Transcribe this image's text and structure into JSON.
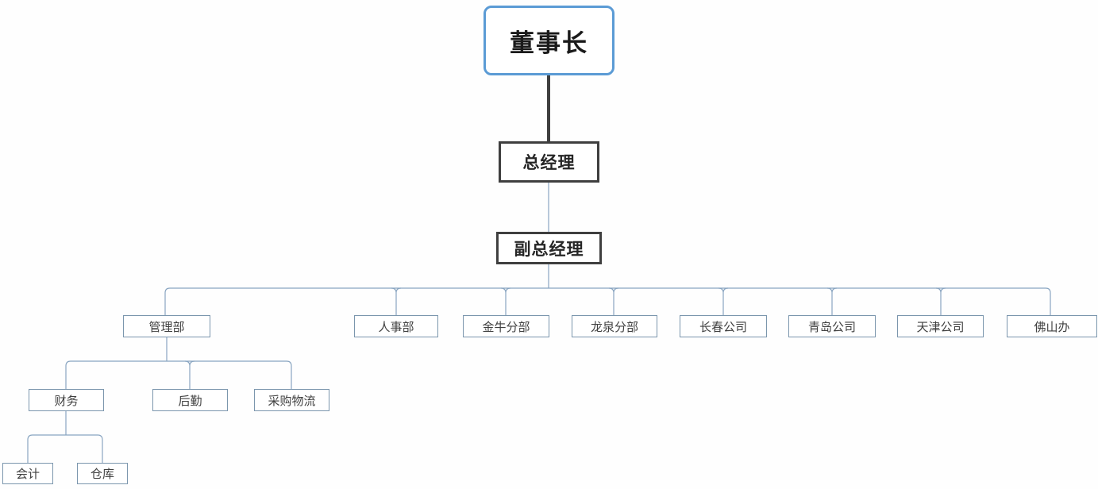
{
  "diagram_type": "org-chart",
  "nodes": {
    "chairman": {
      "label": "董事长"
    },
    "general_manager": {
      "label": "总经理"
    },
    "deputy_general_manager": {
      "label": "副总经理"
    },
    "management_dept": {
      "label": "管理部"
    },
    "hr_dept": {
      "label": "人事部"
    },
    "jinniu_branch": {
      "label": "金牛分部"
    },
    "longquan_branch": {
      "label": "龙泉分部"
    },
    "changchun_company": {
      "label": "长春公司"
    },
    "qingdao_company": {
      "label": "青岛公司"
    },
    "tianjin_company": {
      "label": "天津公司"
    },
    "foshan_office": {
      "label": "佛山办"
    },
    "finance": {
      "label": "财务"
    },
    "logistics": {
      "label": "后勤"
    },
    "procurement_logistics": {
      "label": "采购物流"
    },
    "accounting": {
      "label": "会计"
    },
    "warehouse": {
      "label": "仓库"
    }
  },
  "structure": {
    "root": "chairman",
    "children": {
      "chairman": [
        "general_manager"
      ],
      "general_manager": [
        "deputy_general_manager"
      ],
      "deputy_general_manager": [
        "management_dept",
        "hr_dept",
        "jinniu_branch",
        "longquan_branch",
        "changchun_company",
        "qingdao_company",
        "tianjin_company",
        "foshan_office"
      ],
      "management_dept": [
        "finance",
        "logistics",
        "procurement_logistics"
      ],
      "finance": [
        "accounting",
        "warehouse"
      ]
    }
  },
  "colors": {
    "chairman_border": "#5b9bd5",
    "executive_border": "#3f3f3f",
    "connector_dark": "#3f3f3f",
    "connector": "#89a5c1",
    "child_border": "#7b96ad",
    "child_text": "#404040"
  }
}
